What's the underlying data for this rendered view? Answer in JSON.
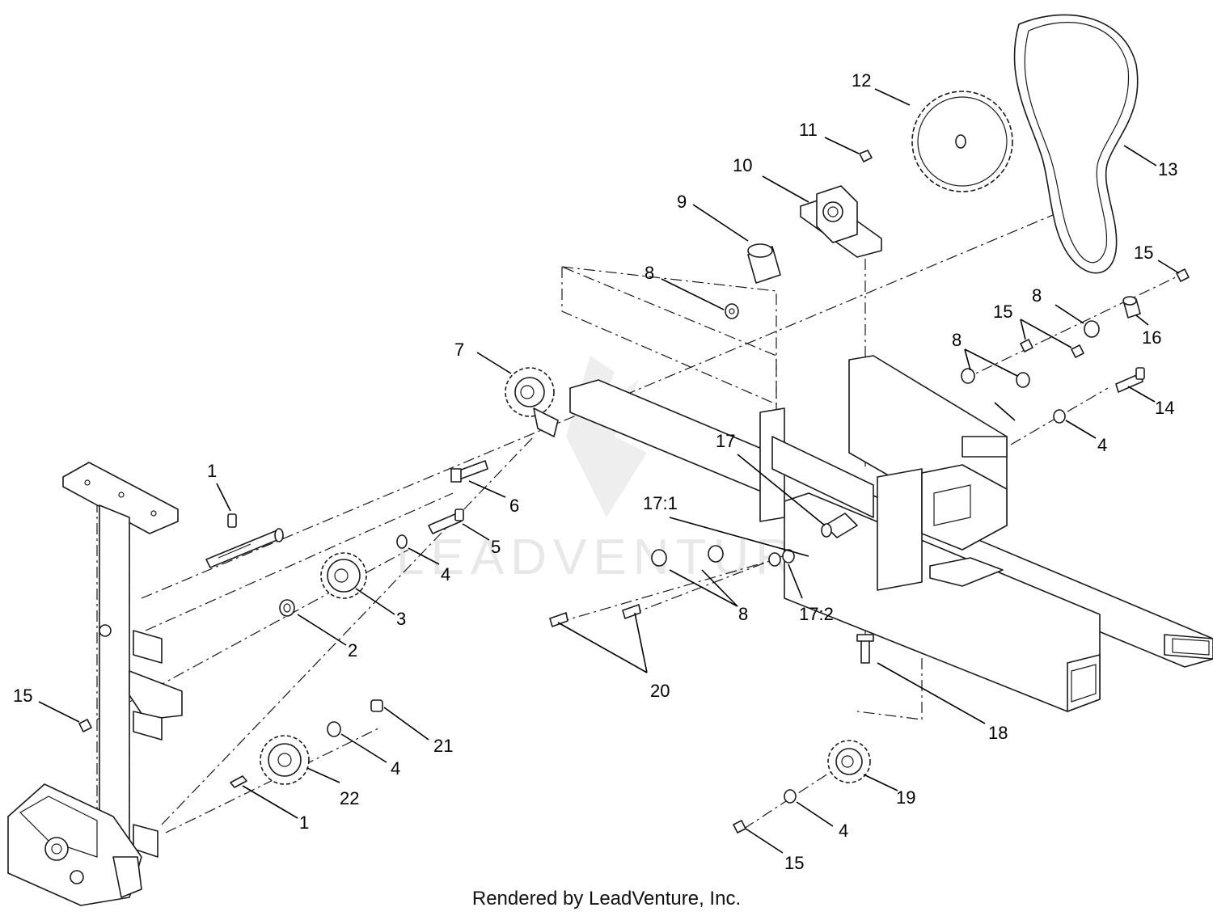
{
  "watermark": {
    "text": "LEADVENTURE"
  },
  "footer": {
    "credit": "Rendered by LeadVenture, Inc."
  },
  "callouts": {
    "c1a": "1",
    "c1b": "1",
    "c2": "2",
    "c3": "3",
    "c4a": "4",
    "c4b": "4",
    "c4c": "4",
    "c4d": "4",
    "c5": "5",
    "c6": "6",
    "c7": "7",
    "c8a": "8",
    "c8b": "8",
    "c8c": "8",
    "c8d": "8",
    "c9": "9",
    "c10": "10",
    "c11": "11",
    "c12": "12",
    "c13": "13",
    "c14": "14",
    "c15a": "15",
    "c15b": "15",
    "c15c": "15",
    "c15d": "15",
    "c16": "16",
    "c17": "17",
    "c17_1": "17:1",
    "c17_2": "17:2",
    "c18": "18",
    "c19": "19",
    "c20": "20",
    "c21": "21",
    "c22": "22"
  },
  "colors": {
    "line": "#1a1a1a",
    "watermark": "#e8e8e8",
    "background": "#ffffff"
  }
}
